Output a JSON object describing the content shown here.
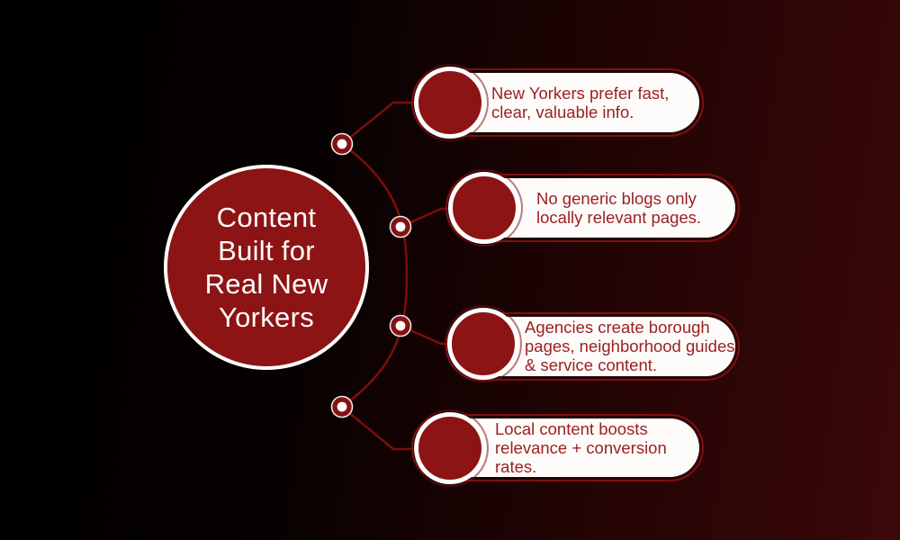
{
  "center": {
    "lines": [
      "Content",
      "Built for",
      "Real New",
      "Yorkers"
    ]
  },
  "callouts": [
    {
      "lines": [
        "New Yorkers prefer fast,",
        "clear, valuable info."
      ]
    },
    {
      "lines": [
        "No generic blogs only",
        "locally relevant pages."
      ]
    },
    {
      "lines": [
        "Agencies create borough",
        "pages, neighborhood guides",
        "& service content."
      ]
    },
    {
      "lines": [
        "Local content boosts",
        "relevance + conversion",
        "rates."
      ]
    }
  ],
  "colors": {
    "background_left": "#000000",
    "background_right": "#3b0808",
    "node_circle_fill": "#8d1414",
    "connector_line": "#7d0d0d",
    "pill_background": "#fdfcfa",
    "pill_text": "#9c2121",
    "pill_outline": "#7e1010",
    "ring_white": "#ffffff"
  }
}
